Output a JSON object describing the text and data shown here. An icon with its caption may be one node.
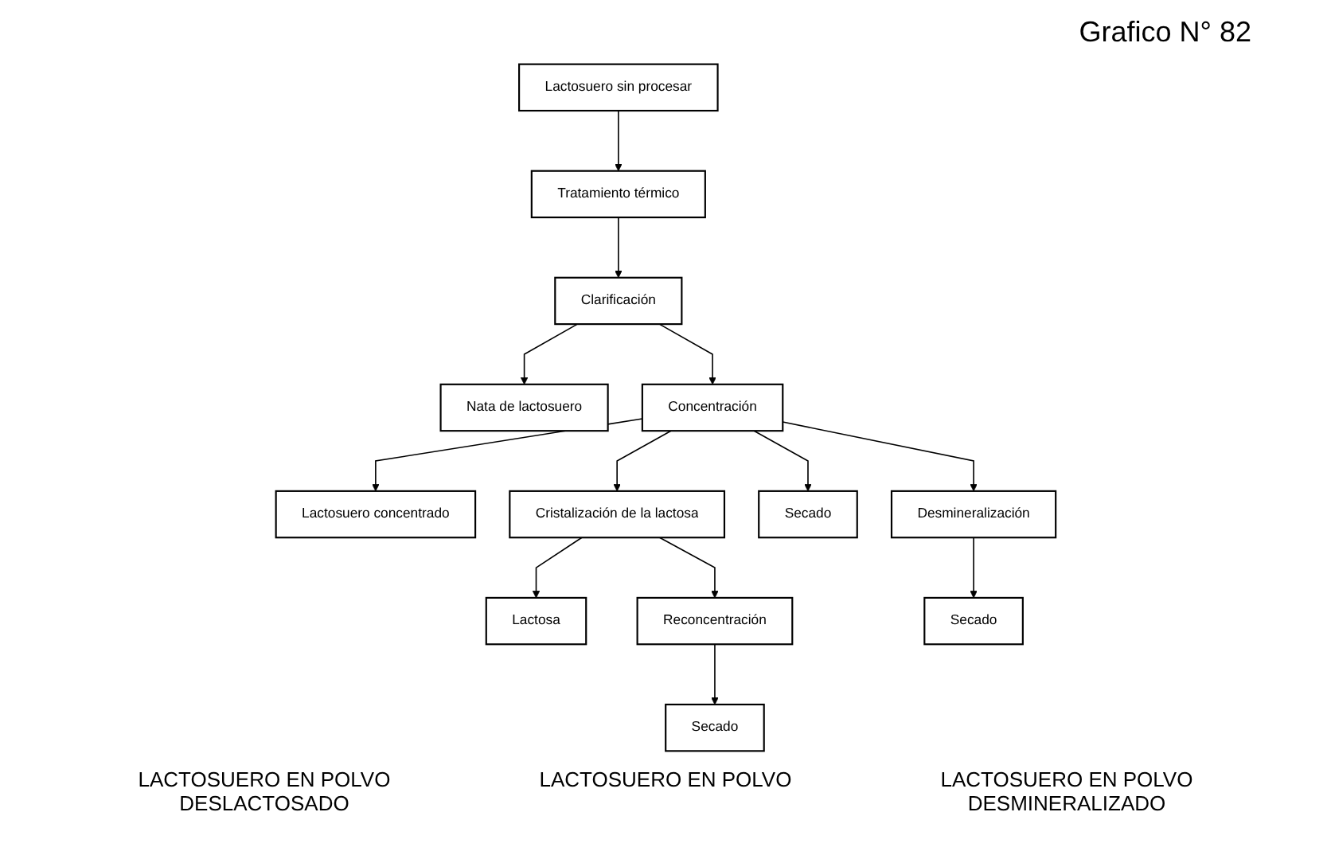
{
  "diagram": {
    "title": "Grafico N° 82",
    "nodes": [
      {
        "text": [
          "Lactosuero sin procesar"
        ]
      },
      {
        "text": [
          "Tratamiento térmico"
        ]
      },
      {
        "text": [
          "Clarificación"
        ]
      },
      {
        "text": [
          "Nata de lactosuero"
        ]
      },
      {
        "text": [
          "Concentración"
        ]
      },
      {
        "text": [
          "Lactosuero concentrado"
        ]
      },
      {
        "text": [
          "Cristalización de la lactosa"
        ]
      },
      {
        "text": [
          "Secado"
        ]
      },
      {
        "text": [
          "Desmineralización"
        ]
      },
      {
        "text": [
          "Lactosa"
        ]
      },
      {
        "text": [
          "Reconcentración"
        ]
      },
      {
        "text": [
          "Secado"
        ]
      },
      {
        "text": [
          "Secado"
        ]
      }
    ],
    "edges": [
      {
        "from": 0,
        "to": 1,
        "arrow": "to"
      },
      {
        "from": 1,
        "to": 2,
        "arrow": "to"
      },
      {
        "from": 2,
        "to": 3,
        "arrow": "to"
      },
      {
        "from": 2,
        "to": 4,
        "arrow": "to"
      },
      {
        "from": 4,
        "to": 5,
        "arrow": "to"
      },
      {
        "from": 4,
        "to": 6,
        "arrow": "to"
      },
      {
        "from": 4,
        "to": 7,
        "arrow": "to"
      },
      {
        "from": 4,
        "to": 8,
        "arrow": "to"
      },
      {
        "from": 6,
        "to": 9,
        "arrow": "to"
      },
      {
        "from": 6,
        "to": 10,
        "arrow": "to"
      },
      {
        "from": 8,
        "to": 11,
        "arrow": "to"
      },
      {
        "from": 10,
        "to": 12,
        "arrow": "to"
      }
    ],
    "labels": [
      "LACTOSUERO EN POLVO DESLACTOSADO",
      "LACTOSUERO EN POLVO",
      "LACTOSUERO EN POLVO DESMINERALIZADO"
    ]
  }
}
